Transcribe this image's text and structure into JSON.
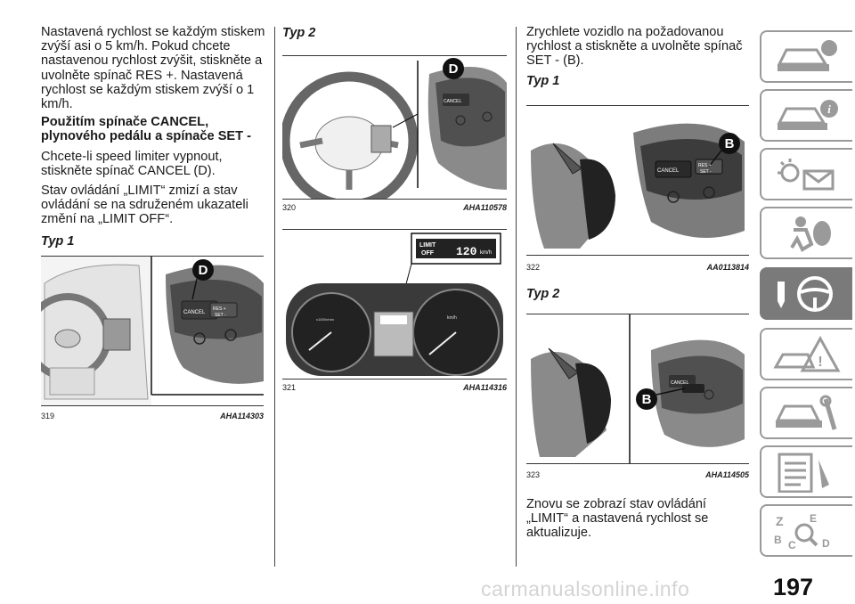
{
  "column1": {
    "para1": "Nastavená rychlost se každým stiskem zvýší asi o 5 km/h. Pokud chcete nastavenou rychlost zvýšit, stiskněte a uvolněte spínač RES +. Nastavená rychlost se každým stiskem zvýší o 1 km/h.",
    "heading": "Použitím spínače CANCEL, plynového pedálu a spínače SET -",
    "para2": "Chcete-li speed limiter vypnout, stiskněte spínač CANCEL (D).",
    "para3": "Stav ovládání „LIMIT“ zmizí a stav ovládání se na sdruženém ukazateli změní na „LIMIT OFF“.",
    "typ": "Typ 1",
    "figure": {
      "number": "319",
      "code": "AHA114303",
      "badge": "D",
      "cancel": "CANCEL",
      "res": "RES +",
      "set": "SET -"
    }
  },
  "column2": {
    "typ": "Typ 2",
    "figure1": {
      "number": "320",
      "code": "AHA110578",
      "badge": "D",
      "cancel": "CANCEL"
    },
    "figure2": {
      "number": "321",
      "code": "AHA114316",
      "limit": "LIMIT",
      "off": "OFF",
      "speed": "120",
      "unit": "km/h",
      "kmh": "km/h",
      "rpm": "x1000r/min"
    }
  },
  "column3": {
    "para1": "Zrychlete vozidlo na požadovanou rychlost a stiskněte a uvolněte spínač SET - (B).",
    "typ1": "Typ 1",
    "figure1": {
      "number": "322",
      "code": "AA0113814",
      "badge": "B",
      "cancel": "CANCEL",
      "res": "RES +",
      "set": "SET -"
    },
    "typ2": "Typ 2",
    "figure2": {
      "number": "323",
      "code": "AHA114505",
      "badge": "B",
      "cancel": "CANCEL"
    },
    "para2": "Znovu se zobrazí stav ovládání „LIMIT“ a nastavená rychlost se aktualizuje."
  },
  "page_number": "197",
  "watermark": "carmanualsonline.info",
  "side_tabs": [
    "car-info-icon",
    "car-i-icon",
    "warning-light-icon",
    "airbag-icon",
    "steering-wheel-key-icon",
    "warning-triangle-icon",
    "car-wrench-icon",
    "list-icon",
    "alphabet-index-icon"
  ]
}
